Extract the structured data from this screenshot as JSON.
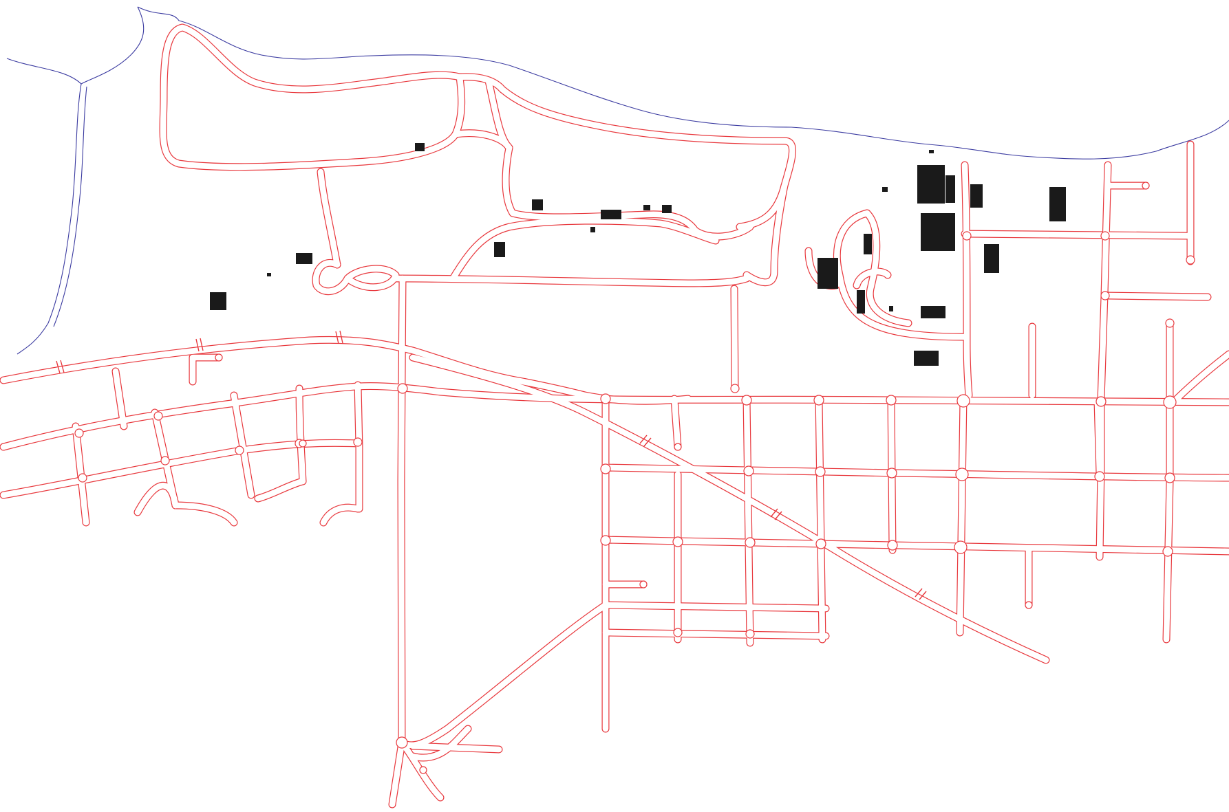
{
  "map": {
    "colors": {
      "background": "#ffffff",
      "road": "#e8383d",
      "water": "#3a3aa0",
      "building": "#1a1a1a"
    },
    "layers": [
      "shoreline",
      "streets",
      "railway-crossings",
      "buildings"
    ]
  }
}
